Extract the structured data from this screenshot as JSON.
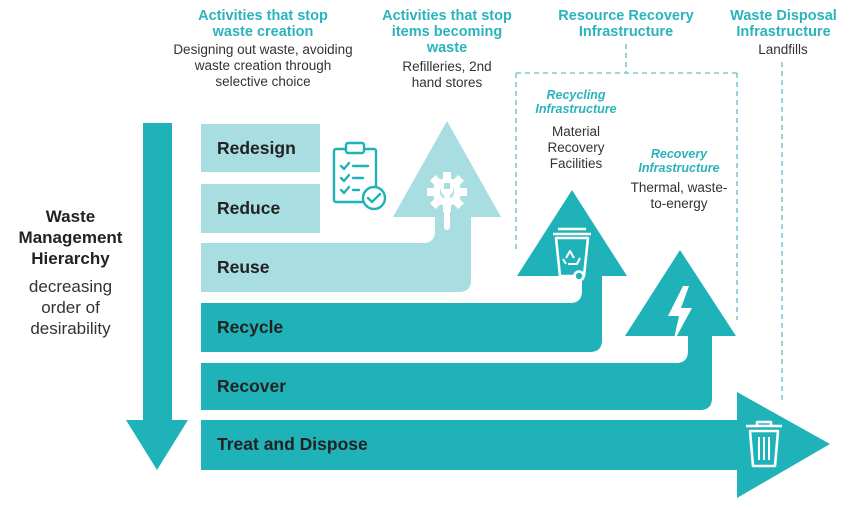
{
  "colors": {
    "light_teal": "#a8dde1",
    "teal": "#20b2b9",
    "accent_text": "#2bb3bd",
    "dash": "#7ec9ce"
  },
  "side": {
    "title": "Waste Management Hierarchy",
    "subtitle": "decreasing order of desirability"
  },
  "levels": [
    "Redesign",
    "Reduce",
    "Reuse",
    "Recycle",
    "Recover",
    "Treat and Dispose"
  ],
  "columns": {
    "stop_creation": {
      "title": "Activities that stop waste creation",
      "desc": "Designing out waste, avoiding waste creation through selective choice"
    },
    "stop_becoming": {
      "title": "Activities that stop items becoming waste",
      "desc": "Refilleries, 2nd hand stores"
    },
    "resource_recovery": {
      "title": "Resource Recovery Infrastructure"
    },
    "waste_disposal": {
      "title": "Waste Disposal Infrastructure",
      "desc": "Landfills"
    }
  },
  "recycling": {
    "title": "Recycling Infrastructure",
    "desc": "Material Recovery Facilities"
  },
  "recovery": {
    "title": "Recovery Infrastructure",
    "desc": "Thermal, waste-to-energy"
  },
  "icons": [
    "clipboard-check-icon",
    "gear-wrench-icon",
    "recycling-bin-icon",
    "lightning-bolt-icon",
    "trash-can-icon"
  ]
}
